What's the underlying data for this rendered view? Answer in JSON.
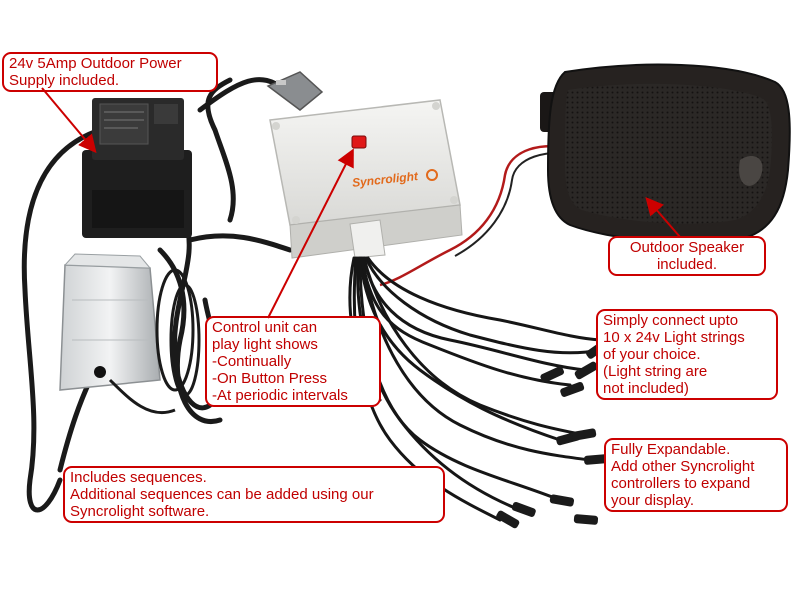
{
  "brand": {
    "label": "Syncrolight",
    "accent": "#e26a1c"
  },
  "callouts": {
    "power_supply": [
      "24v 5Amp Outdoor Power",
      "Supply included."
    ],
    "speaker": [
      "Outdoor Speaker",
      "included."
    ],
    "light_strings": [
      "Simply connect upto",
      "10 x 24v Light strings",
      "of your choice.",
      "(Light string are",
      "not included)"
    ],
    "control_unit": [
      "Control unit can",
      "play light shows",
      "-Continually",
      "-On Button Press",
      "-At periodic intervals"
    ],
    "expandable": [
      "Fully Expandable.",
      "Add other Syncrolight",
      "controllers to expand",
      "your display."
    ],
    "sequences": [
      "Includes sequences.",
      "Additional sequences can be added using our",
      "Syncrolight software."
    ]
  },
  "colors": {
    "callout_border": "#cc0000",
    "callout_text": "#c00000",
    "cable": "#1a1a1a",
    "enclosure": "#ececea",
    "speaker": "#262220",
    "button": "#e01818"
  }
}
